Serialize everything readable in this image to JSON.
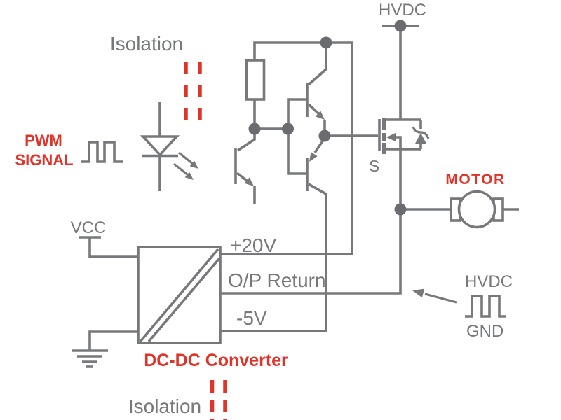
{
  "colors": {
    "accent_red": "#E23329",
    "wire_gray": "#77787B",
    "dot_gray": "#6A6C6F",
    "text_gray": "#76787B",
    "bg": "#FFFFFF"
  },
  "labels": {
    "pwm_line1": "PWM",
    "pwm_line2": "SIGNAL",
    "isolation_top": "Isolation",
    "isolation_bottom": "Isolation",
    "hvdc_supply": "HVDC",
    "mosfet_source": "S",
    "motor": "MOTOR",
    "vcc": "VCC",
    "rail_positive": "+20V",
    "rail_return": "O/P Return",
    "rail_negative": "-5V",
    "converter": "DC-DC Converter",
    "hvdc_gnd_line1": "HVDC",
    "hvdc_gnd_line2": "GND"
  },
  "icons": {
    "pwm_waveform": "square-pulse-train-icon",
    "led": "led-diode-with-emission-arrows-icon",
    "phototransistor": "phototransistor-icon",
    "pullup_resistor": "box-resistor-icon",
    "npn_buffer": "npn-transistor-icon",
    "pnp_buffer": "pnp-transistor-icon",
    "mosfet": "n-channel-mosfet-icon",
    "zener": "zener-clamp-diode-icon",
    "motor": "dc-motor-icon",
    "ground": "earth-ground-icon",
    "hvdc_terminal": "supply-terminal-dot-icon",
    "isolation_barrier": "red-dashed-barrier-icon",
    "hvdc_gnd_pulse": "square-pulse-train-icon",
    "annotation_arrow": "pointer-arrow-icon"
  }
}
